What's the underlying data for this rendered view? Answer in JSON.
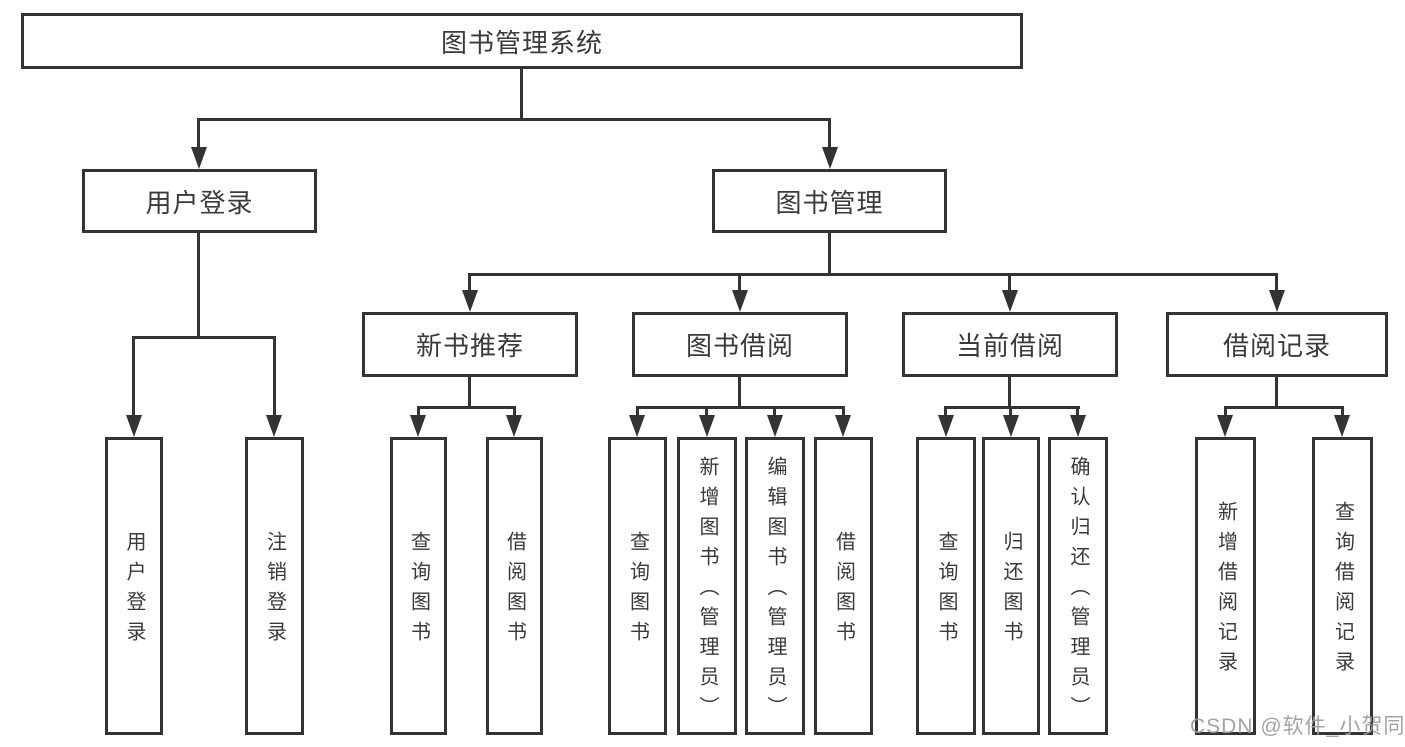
{
  "diagram": {
    "title": "图书管理系统",
    "root": {
      "label": "图书管理系统"
    },
    "level2": [
      {
        "id": "user-login",
        "label": "用户登录"
      },
      {
        "id": "book-management",
        "label": "图书管理"
      }
    ],
    "level3": [
      {
        "id": "new-book-recommend",
        "label": "新书推荐"
      },
      {
        "id": "book-borrow",
        "label": "图书借阅"
      },
      {
        "id": "current-borrow",
        "label": "当前借阅"
      },
      {
        "id": "borrow-records",
        "label": "借阅记录"
      }
    ],
    "user_login_children": [
      "用户登录",
      "注销登录"
    ],
    "new_book_children": [
      "查询图书",
      "借阅图书"
    ],
    "book_borrow_children": [
      "查询图书",
      "新增图书（管理员）",
      "编辑图书（管理员）",
      "借阅图书"
    ],
    "current_borrow_children": [
      "查询图书",
      "归还图书",
      "确认归还（管理员）"
    ],
    "borrow_record_children": [
      "新增借阅记录",
      "查询借阅记录"
    ]
  },
  "watermark": {
    "text": "CSDN @软件_小贺同学"
  },
  "colors": {
    "line": "#333333",
    "text": "#3a3a3a",
    "background": "#ffffff",
    "watermark": "#9e9e9e"
  }
}
